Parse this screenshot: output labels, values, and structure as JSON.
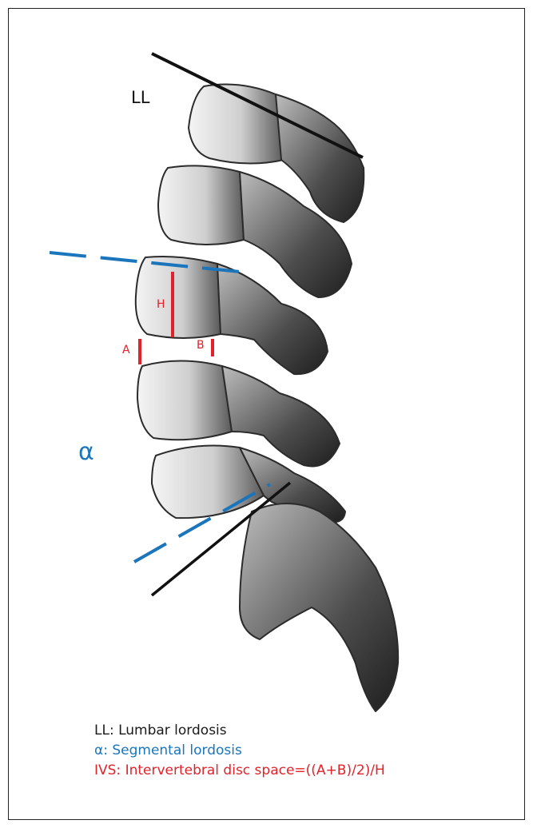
{
  "labels": {
    "ll": "LL",
    "alpha": "α",
    "h": "H",
    "a": "A",
    "b": "B"
  },
  "legend": {
    "ll": "LL: Lumbar lordosis",
    "alpha": "α: Segmental lordosis",
    "ivs": "IVS: Intervertebral disc space=((A+B)/2)/H"
  },
  "colors": {
    "black_line": "#111111",
    "blue_dashed": "#1a75bb",
    "red_marker": "#e0232b",
    "bone_fill": "#e9e9e9",
    "bone_shadow": "#3a3a3a"
  },
  "icons": [
    "lumbar-spine-illustration"
  ]
}
